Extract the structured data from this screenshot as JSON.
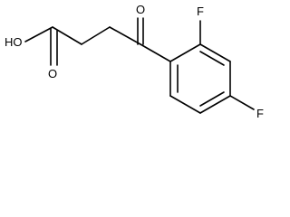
{
  "molecule": {
    "atoms": {
      "hydroxyl": "HO",
      "acid_carbonyl_oxygen": "O",
      "ketone_oxygen": "O",
      "fluorine_ortho": "F",
      "fluorine_para": "F"
    }
  },
  "colors": {
    "bond": "#000000",
    "text": "#000000",
    "background": "#ffffff"
  }
}
